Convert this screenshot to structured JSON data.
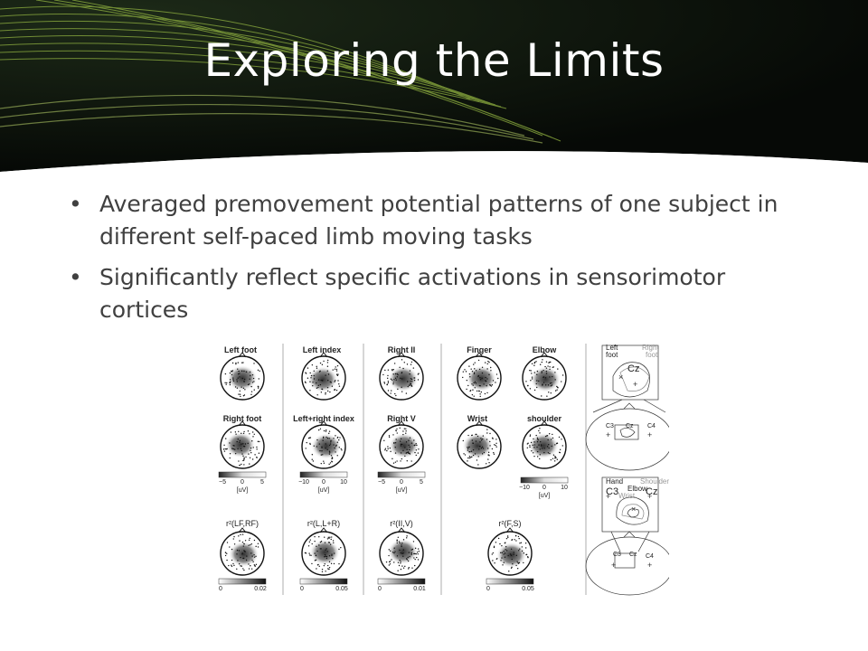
{
  "slide": {
    "title": "Exploring the Limits",
    "bullets": [
      "Averaged premovement potential patterns of one subject in different self-paced limb moving tasks",
      "Significantly reflect specific activations in sensorimotor cortices"
    ]
  },
  "colors": {
    "header_bg": "#0b120b",
    "header_lines": "#8fb040",
    "title": "#ffffff",
    "bullet_text": "#404040"
  },
  "figure": {
    "map_labels": {
      "left_foot": "Left foot",
      "right_foot": "Right foot",
      "left_index": "Left index",
      "left_right_index": "Left+right index",
      "right_ii": "Right II",
      "right_v": "Right V",
      "finger": "Finger",
      "elbow": "Elbow",
      "wrist": "Wrist",
      "shoulder": "shoulder",
      "r2_lf_rf": "r²(LF,RF)",
      "r2_l_lr": "r²(L,L+R)",
      "r2_ii_v": "r²(II,V)",
      "r2_f_s": "r²(F,S)"
    },
    "colorbars": {
      "feet": {
        "ticks": [
          "−5",
          "0",
          "5"
        ],
        "unit": "[uV]"
      },
      "index": {
        "ticks": [
          "−10",
          "0",
          "10"
        ],
        "unit": "[uV]"
      },
      "fingers": {
        "ticks": [
          "−5",
          "0",
          "5"
        ],
        "unit": "[uV]"
      },
      "arm": {
        "ticks": [
          "−10",
          "0",
          "10"
        ],
        "unit": "[uV]"
      },
      "r2_feet": {
        "ticks": [
          "0",
          "0.02"
        ]
      },
      "r2_index": {
        "ticks": [
          "0",
          "0.05"
        ]
      },
      "r2_fingers": {
        "ticks": [
          "0",
          "0.01"
        ]
      },
      "r2_arm": {
        "ticks": [
          "0",
          "0.05"
        ]
      }
    },
    "electrodes": {
      "top": {
        "left": "Left",
        "left2": "foot",
        "right": "Right",
        "right2": "foot",
        "cz": "Cz",
        "c3": "C3",
        "c4": "C4",
        "cz_small": "Cz"
      },
      "bottom": {
        "hand": "Hand",
        "shoulder": "Shoulder",
        "elbow": "Elbow",
        "wrist": "Wrist",
        "c3": "C3",
        "cz": "Cz",
        "c3_small": "C3",
        "cz_small": "Cz",
        "c4": "C4"
      }
    }
  }
}
